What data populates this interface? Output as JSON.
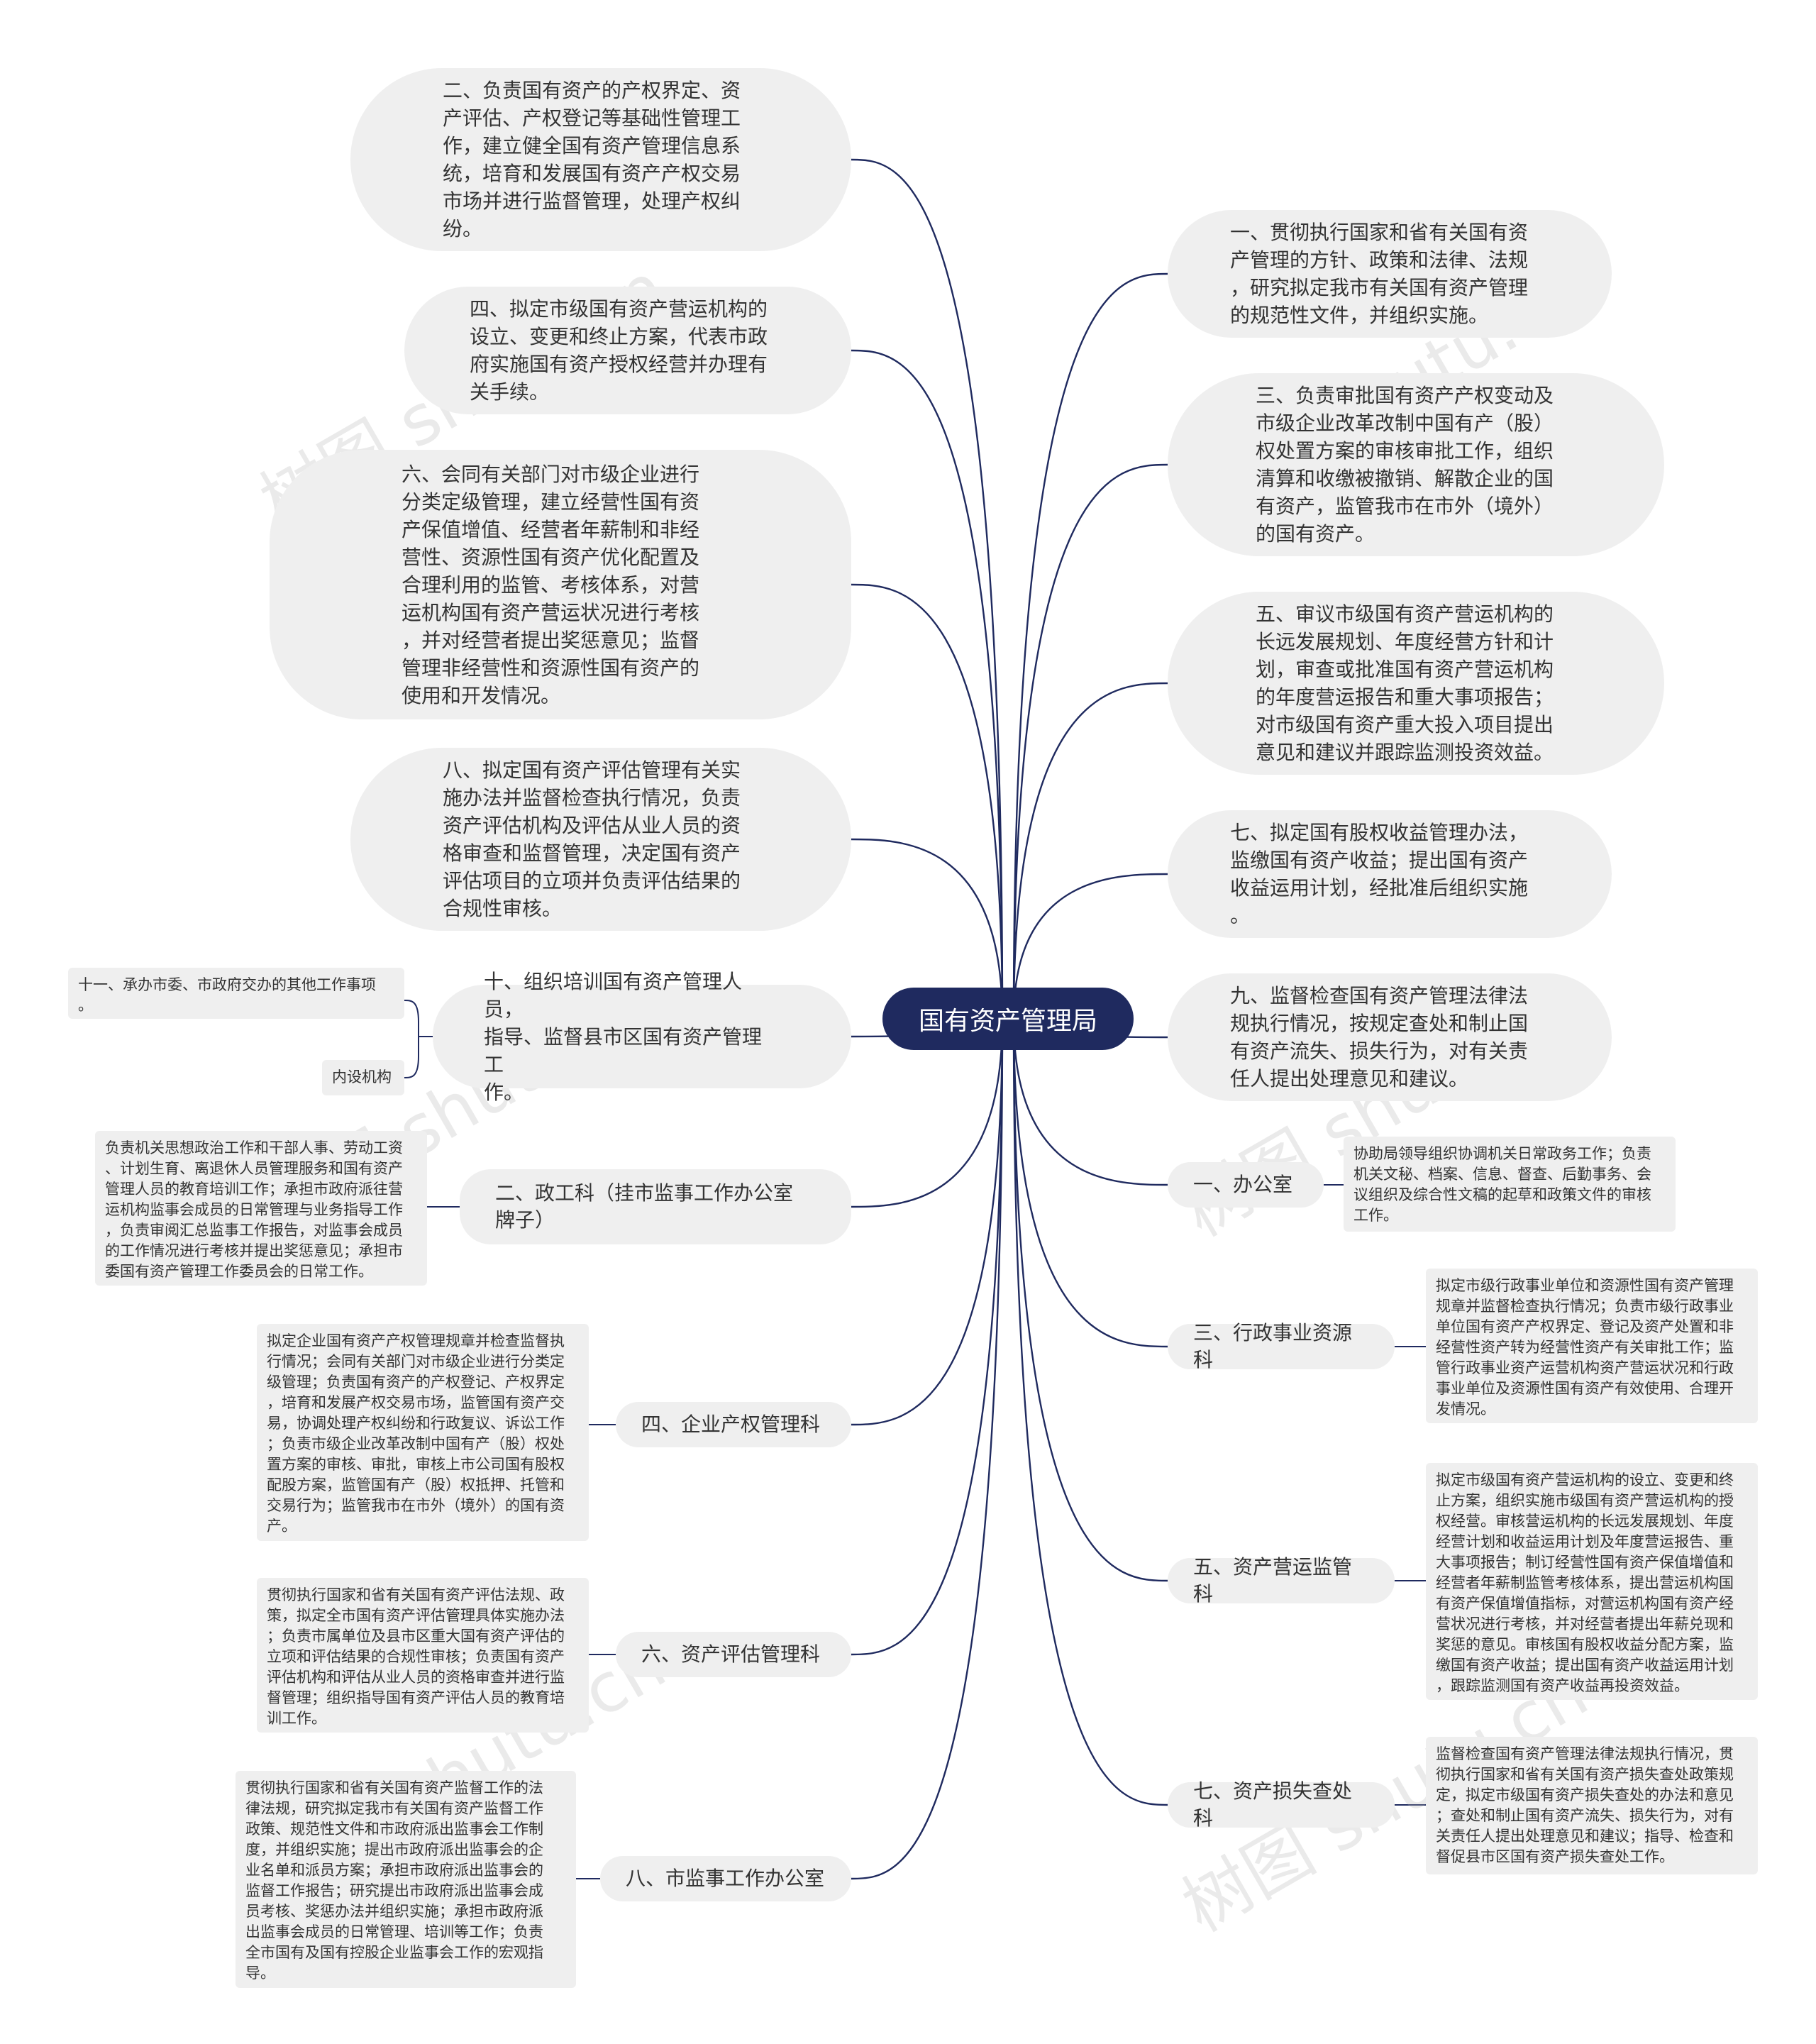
{
  "root": "国有资产管理局",
  "watermark": "树图 shutu.cn",
  "left_pills": [
    {
      "id": "n2",
      "text": "二、负责国有资产的产权界定、资\n产评估、产权登记等基础性管理工\n作，建立健全国有资产管理信息系\n统，培育和发展国有资产产权交易\n市场并进行监督管理，处理产权纠\n纷。"
    },
    {
      "id": "n4",
      "text": "四、拟定市级国有资产营运机构的\n设立、变更和终止方案，代表市政\n府实施国有资产授权经营并办理有\n关手续。"
    },
    {
      "id": "n6",
      "text": "六、会同有关部门对市级企业进行\n分类定级管理，建立经营性国有资\n产保值增值、经营者年薪制和非经\n营性、资源性国有资产优化配置及\n合理利用的监管、考核体系，对营\n运机构国有资产营运状况进行考核\n，并对经营者提出奖惩意见；监督\n管理非经营性和资源性国有资产的\n使用和开发情况。"
    },
    {
      "id": "n8",
      "text": "八、拟定国有资产评估管理有关实\n施办法并监督检查执行情况，负责\n资产评估机构及评估从业人员的资\n格审查和监督管理，决定国有资产\n评估项目的立项并负责评估结果的\n合规性审核。"
    },
    {
      "id": "n10",
      "text": "十、组织培训国有资产管理人员，\n指导、监督县市区国有资产管理工\n作。"
    }
  ],
  "right_pills": [
    {
      "id": "n1",
      "text": "一、贯彻执行国家和省有关国有资\n产管理的方针、政策和法律、法规\n，研究拟定我市有关国有资产管理\n的规范性文件，并组织实施。"
    },
    {
      "id": "n3",
      "text": "三、负责审批国有资产产权变动及\n市级企业改革改制中国有产（股）\n权处置方案的审核审批工作，组织\n清算和收缴被撤销、解散企业的国\n有资产，监管我市在市外（境外）\n的国有资产。"
    },
    {
      "id": "n5",
      "text": "五、审议市级国有资产营运机构的\n长远发展规划、年度经营方针和计\n划，审查或批准国有资产营运机构\n的年度营运报告和重大事项报告；\n对市级国有资产重大投入项目提出\n意见和建议并跟踪监测投资效益。"
    },
    {
      "id": "n7",
      "text": "七、拟定国有股权收益管理办法，\n监缴国有资产收益；提出国有资产\n收益运用计划，经批准后组织实施\n。"
    },
    {
      "id": "n9",
      "text": "九、监督检查国有资产管理法律法\n规执行情况，按规定查处和制止国\n有资产流失、损失行为，对有关责\n任人提出处理意见和建议。"
    }
  ],
  "small_left": {
    "n11": "十一、承办市委、市政府交办的其他工作事项\n。",
    "neishe": "内设机构"
  },
  "left_depts": [
    {
      "id": "d2",
      "label": "二、政工科（挂市监事工作办公室\n牌子）",
      "desc": "负责机关思想政治工作和干部人事、劳动工资\n、计划生育、离退休人员管理服务和国有资产\n管理人员的教育培训工作；承担市政府派往营\n运机构监事会成员的日常管理与业务指导工作\n，负责审阅汇总监事工作报告，对监事会成员\n的工作情况进行考核并提出奖惩意见；承担市\n委国有资产管理工作委员会的日常工作。"
    },
    {
      "id": "d4",
      "label": "四、企业产权管理科",
      "desc": "拟定企业国有资产产权管理规章并检查监督执\n行情况；会同有关部门对市级企业进行分类定\n级管理；负责国有资产的产权登记、产权界定\n，培育和发展产权交易市场，监管国有资产交\n易，协调处理产权纠纷和行政复议、诉讼工作\n；负责市级企业改革改制中国有产（股）权处\n置方案的审核、审批，审核上市公司国有股权\n配股方案，监管国有产（股）权抵押、托管和\n交易行为；监管我市在市外（境外）的国有资\n产。"
    },
    {
      "id": "d6",
      "label": "六、资产评估管理科",
      "desc": "贯彻执行国家和省有关国有资产评估法规、政\n策，拟定全市国有资产评估管理具体实施办法\n；负责市属单位及县市区重大国有资产评估的\n立项和评估结果的合规性审核；负责国有资产\n评估机构和评估从业人员的资格审查并进行监\n督管理；组织指导国有资产评估人员的教育培\n训工作。"
    },
    {
      "id": "d8",
      "label": "八、市监事工作办公室",
      "desc": "贯彻执行国家和省有关国有资产监督工作的法\n律法规，研究拟定我市有关国有资产监督工作\n政策、规范性文件和市政府派出监事会工作制\n度，并组织实施；提出市政府派出监事会的企\n业名单和派员方案；承担市政府派出监事会的\n监督工作报告；研究提出市政府派出监事会成\n员考核、奖惩办法并组织实施；承担市政府派\n出监事会成员的日常管理、培训等工作；负责\n全市国有及国有控股企业监事会工作的宏观指\n导。"
    }
  ],
  "right_depts": [
    {
      "id": "d1",
      "label": "一、办公室",
      "desc": "协助局领导组织协调机关日常政务工作；负责\n机关文秘、档案、信息、督查、后勤事务、会\n议组织及综合性文稿的起草和政策文件的审核\n工作。"
    },
    {
      "id": "d3",
      "label": "三、行政事业资源科",
      "desc": "拟定市级行政事业单位和资源性国有资产管理\n规章并监督检查执行情况；负责市级行政事业\n单位国有资产产权界定、登记及资产处置和非\n经营性资产转为经营性资产有关审批工作；监\n管行政事业资产运营机构资产营运状况和行政\n事业单位及资源性国有资产有效使用、合理开\n发情况。"
    },
    {
      "id": "d5",
      "label": "五、资产营运监管科",
      "desc": "拟定市级国有资产营运机构的设立、变更和终\n止方案，组织实施市级国有资产营运机构的授\n权经营。审核营运机构的长远发展规划、年度\n经营计划和收益运用计划及年度营运报告、重\n大事项报告；制订经营性国有资产保值增值和\n经营者年薪制监管考核体系，提出营运机构国\n有资产保值增值指标，对营运机构国有资产经\n营状况进行考核，并对经营者提出年薪兑现和\n奖惩的意见。审核国有股权收益分配方案，监\n缴国有资产收益；提出国有资产收益运用计划\n，跟踪监测国有资产收益再投资效益。"
    },
    {
      "id": "d7",
      "label": "七、资产损失查处科",
      "desc": "监督检查国有资产管理法律法规执行情况，贯\n彻执行国家和省有关国有资产损失查处政策规\n定，拟定市级国有资产损失查处的办法和意见\n；查处和制止国有资产流失、损失行为，对有\n关责任人提出处理意见和建议；指导、检查和\n督促县市区国有资产损失查处工作。"
    }
  ],
  "colors": {
    "line": "#1f2a5f",
    "root_bg": "#1f2a5f",
    "node_bg": "#efefef",
    "text": "#333333"
  }
}
